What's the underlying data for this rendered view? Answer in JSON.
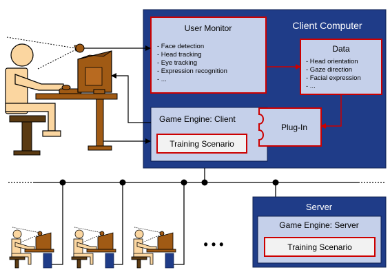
{
  "client_computer": {
    "title": "Client Computer"
  },
  "user_monitor": {
    "title": "User Monitor",
    "items": [
      "- Face detection",
      "- Head tracking",
      "- Eye tracking",
      "- Expression recognition",
      "- ..."
    ]
  },
  "data_box": {
    "title": "Data",
    "items": [
      "- Head orientation",
      "- Gaze direction",
      "- Facial expression",
      "- ..."
    ]
  },
  "game_engine_client": {
    "label": "Game Engine: Client"
  },
  "training_scenario_client": {
    "label": "Training Scenario"
  },
  "plugin": {
    "label": "Plug-In"
  },
  "server": {
    "title": "Server",
    "engine_label": "Game Engine: Server",
    "scenario_label": "Training Scenario"
  },
  "ellipsis": {
    "label": "• • •"
  },
  "colors": {
    "dark_navy": "#1f3c88",
    "light_blue": "#c5d0ea",
    "red": "#cc0000",
    "person": "#fbd6a0",
    "wood": "#a05a14",
    "gray_box": "#f2f2f2",
    "chair": "#5a3a12"
  }
}
